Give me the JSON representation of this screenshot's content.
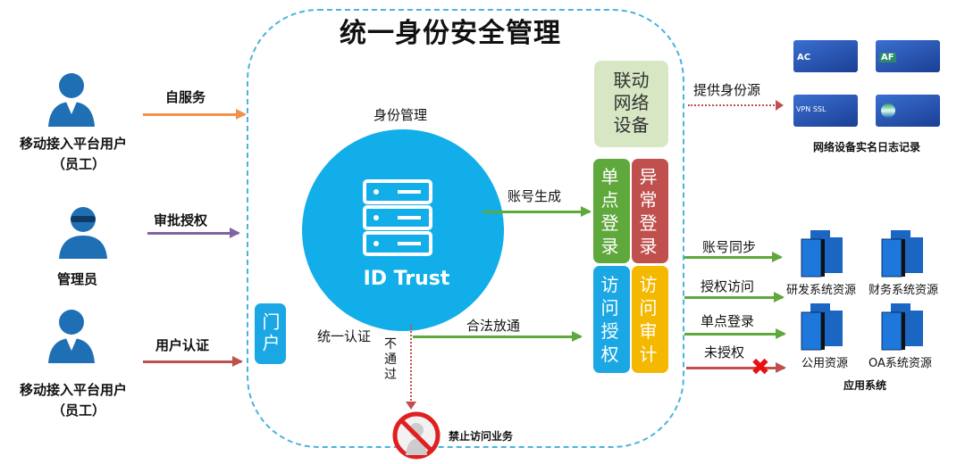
{
  "title": "统一身份安全管理",
  "users": {
    "top": {
      "label": "移动接入平台用户",
      "sub": "（员工）"
    },
    "admin": {
      "label": "管理员"
    },
    "bottom": {
      "label": "移动接入平台用户",
      "sub": "（员工）"
    }
  },
  "left_flows": {
    "self_service": "自服务",
    "approval": "审批授权",
    "auth": "用户认证"
  },
  "center": {
    "identity_mgmt": "身份管理",
    "id_trust": "ID Trust",
    "portal": "门户",
    "unified_auth": "统一认证",
    "rejected": "不通过",
    "forbidden": "禁止访问业务",
    "legal_pass": "合法放通",
    "account_gen": "账号生成"
  },
  "boxes": {
    "linked_devices": "联动网络设备",
    "sso": "单点登录",
    "abnormal_login": "异常登录",
    "access_auth": "访问授权",
    "access_audit": "访问审计"
  },
  "right": {
    "provide_identity": "提供身份源",
    "devices_caption": "网络设备实名日志记录",
    "device_labels": [
      "AC",
      "AF",
      "VPN SSL",
      ""
    ],
    "flows": [
      "账号同步",
      "授权访问",
      "单点登录",
      "未授权"
    ],
    "servers": [
      "研发系统资源",
      "财务系统资源",
      "公用资源",
      "OA系统资源"
    ],
    "servers_caption": "应用系统"
  },
  "colors": {
    "blue": "#1aa7e3",
    "green": "#5ea83c",
    "red": "#c0504d",
    "yellow": "#f5b800",
    "orange": "#f0924a",
    "purple": "#8064a2"
  }
}
